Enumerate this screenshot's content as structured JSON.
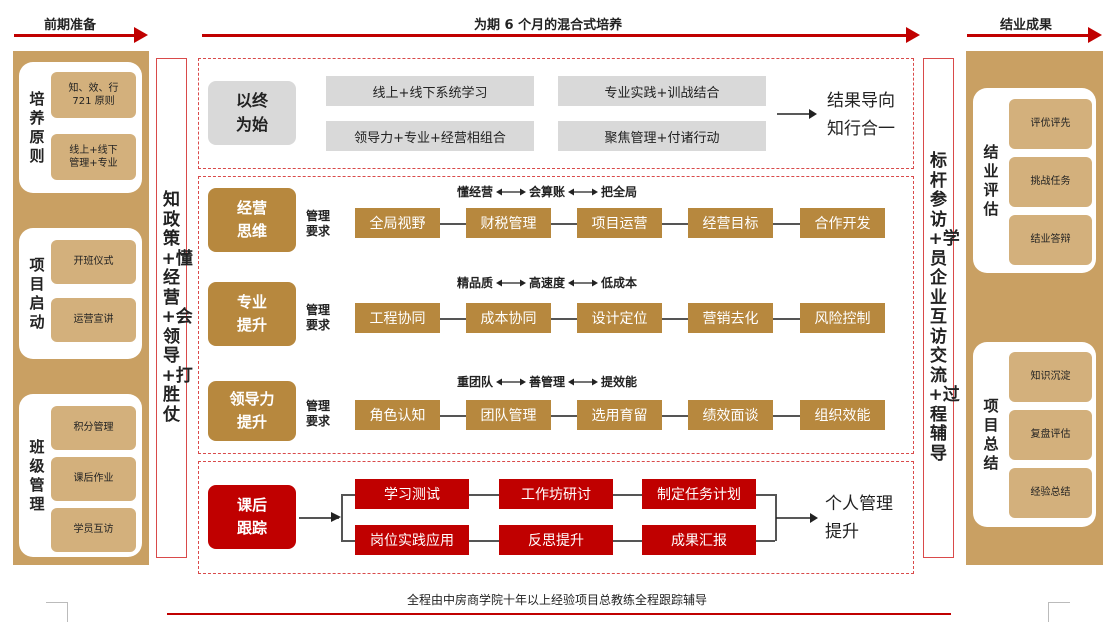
{
  "header": {
    "left": "前期准备",
    "center": "为期 6 个月的混合式培养",
    "right": "结业成果"
  },
  "left_panel": {
    "groups": [
      {
        "title": "培养原则",
        "items": [
          "知、效、行\n721 原则",
          "线上+线下\n管理+专业"
        ]
      },
      {
        "title": "项目启动",
        "items": [
          "开班仪式",
          "运营宣讲"
        ]
      },
      {
        "title": "班级管理",
        "items": [
          "积分管理",
          "课后作业",
          "学员互访"
        ]
      }
    ]
  },
  "left_column": "知政策+懂经营+会领导+打胜仗",
  "right_column": "标杆参访+学员企业互访交流+过程辅导",
  "right_panel": {
    "groups": [
      {
        "title": "结业评估",
        "items": [
          "评优评先",
          "挑战任务",
          "结业答辩"
        ]
      },
      {
        "title": "项目总结",
        "items": [
          "知识沉淀",
          "复盘评估",
          "经验总结"
        ]
      }
    ]
  },
  "section1": {
    "title": "以终\n为始",
    "boxes": [
      "线上+线下系统学习",
      "专业实践+训战结合",
      "领导力+专业+经营相组合",
      "聚焦管理+付诸行动"
    ],
    "result": "结果导向\n知行合一"
  },
  "section2": {
    "mgmt_label": "管理\n要求",
    "rows": [
      {
        "title": "经营\n思维",
        "motto": [
          "懂经营",
          "会算账",
          "把全局"
        ],
        "items": [
          "全局视野",
          "财税管理",
          "项目运营",
          "经营目标",
          "合作开发"
        ]
      },
      {
        "title": "专业\n提升",
        "motto": [
          "精品质",
          "高速度",
          "低成本"
        ],
        "items": [
          "工程协同",
          "成本协同",
          "设计定位",
          "营销去化",
          "风险控制"
        ]
      },
      {
        "title": "领导力\n提升",
        "motto": [
          "重团队",
          "善管理",
          "提效能"
        ],
        "items": [
          "角色认知",
          "团队管理",
          "选用育留",
          "绩效面谈",
          "组织效能"
        ]
      }
    ]
  },
  "section3": {
    "title": "课后\n跟踪",
    "row1": [
      "学习测试",
      "工作坊研讨",
      "制定任务计划"
    ],
    "row2": [
      "岗位实践应用",
      "反思提升",
      "成果汇报"
    ],
    "result": "个人管理\n提升"
  },
  "footer": "全程由中房商学院十年以上经验项目总教练全程跟踪辅导",
  "colors": {
    "red": "#c00000",
    "gold": "#c9a063",
    "brown": "#b7883e",
    "gray": "#d9d9d9"
  }
}
